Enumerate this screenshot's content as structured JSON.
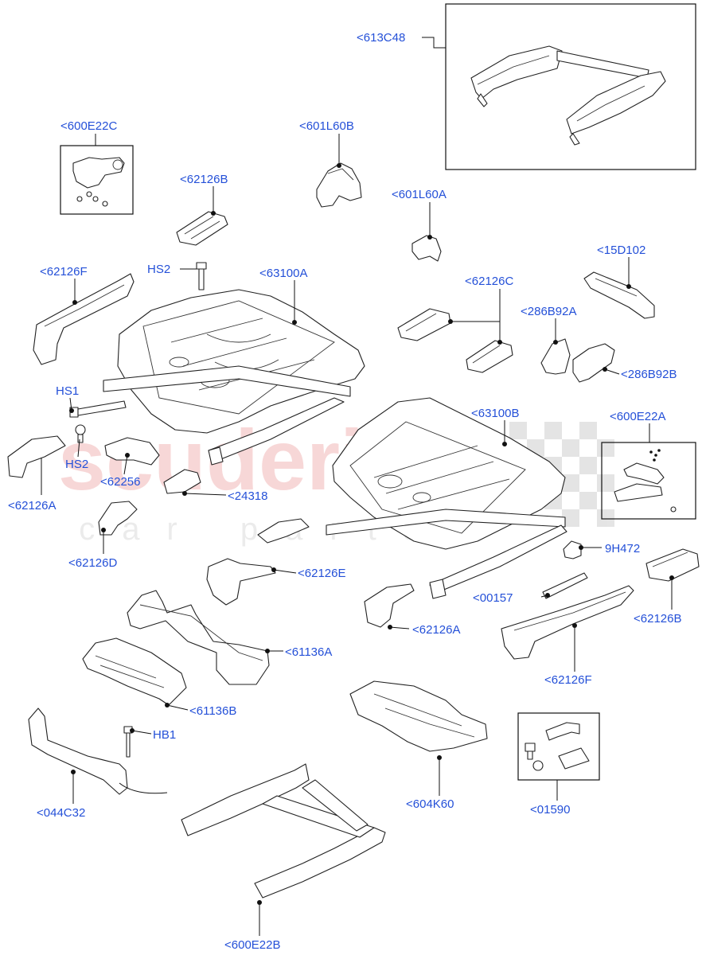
{
  "watermark": {
    "primary": "scuderia",
    "secondary": "car parts"
  },
  "labels": {
    "l613C48": "<613C48",
    "l600E22C": "<600E22C",
    "l601L60B": "<601L60B",
    "l62126B_top": "<62126B",
    "l601L60A": "<601L60A",
    "l62126F_top": "<62126F",
    "lHS2_top": "HS2",
    "l63100A": "<63100A",
    "l15D102": "<15D102",
    "l62126C": "<62126C",
    "l286B92A": "<286B92A",
    "l286B92B": "<286B92B",
    "lHS1": "HS1",
    "lHS2_bottom": "HS2",
    "l62256": "<62256",
    "l62126A_left": "<62126A",
    "l24318": "<24318",
    "l63100B": "<63100B",
    "l600E22A": "<600E22A",
    "l62126D": "<62126D",
    "l9H472": "9H472",
    "l62126E": "<62126E",
    "l00157": "<00157",
    "l62126A_right": "<62126A",
    "l62126B_right": "<62126B",
    "l61136A": "<61136A",
    "l62126F_bottom": "<62126F",
    "l61136B": "<61136B",
    "lHB1": "HB1",
    "l044C32": "<044C32",
    "l604K60": "<604K60",
    "l01590": "<01590",
    "l600E22B": "<600E22B"
  },
  "colors": {
    "label": "#2450d8",
    "line": "#111111",
    "watermark": "#f2b8b8",
    "watermark_flag": "#cfcfcf"
  }
}
